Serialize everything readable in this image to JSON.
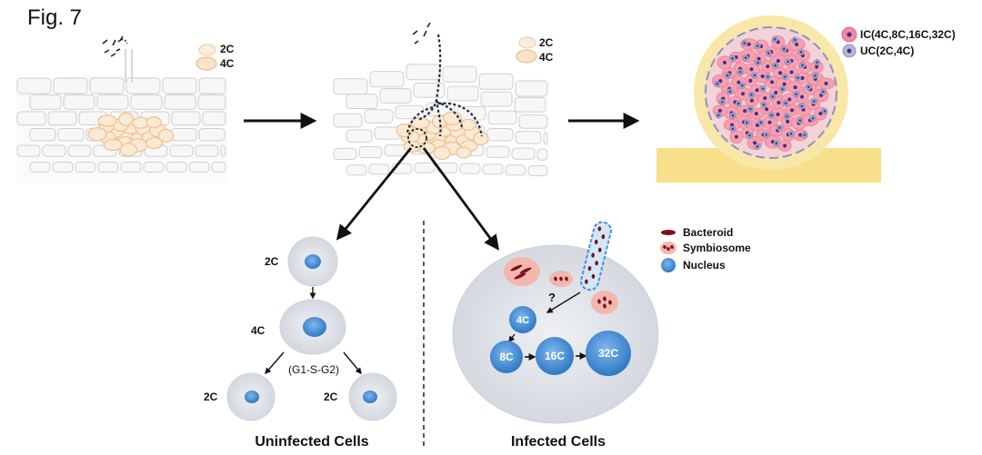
{
  "figure_label": "Fig. 7",
  "stage1_legend": {
    "label_2c": "2C",
    "label_4c": "4C"
  },
  "stage2_legend": {
    "label_2c": "2C",
    "label_4c": "4C"
  },
  "nodule_legend": {
    "ic_label": "IC(4C,8C,16C,32C)",
    "uc_label": "UC(2C,4C)"
  },
  "uninfected": {
    "title": "Uninfected Cells",
    "cell_top": "2C",
    "cell_mid": "4C",
    "cycle": "(G1-S-G2)",
    "cell_bottom_left": "2C",
    "cell_bottom_right": "2C"
  },
  "infected": {
    "title": "Infected Cells",
    "question": "?",
    "c4": "4C",
    "c8": "8C",
    "c16": "16C",
    "c32": "32C"
  },
  "infected_legend": {
    "bacteroid": "Bacteroid",
    "symbiosome": "Symbiosome",
    "nucleus": "Nucleus"
  },
  "colors": {
    "nucleus": "#4a90d9",
    "cell_fill": "#e4e7ec",
    "tissue_stroke": "#c9c9c9",
    "cortex_cells": "#f2c898",
    "symbiosome": "#f4b7ad",
    "bacteroid": "#7a1020",
    "ic_fill": "#f4a0b0",
    "uc_fill": "#9fa4c8",
    "nodule_bg": "#f8e7a9",
    "root_base": "#f7e08a"
  }
}
